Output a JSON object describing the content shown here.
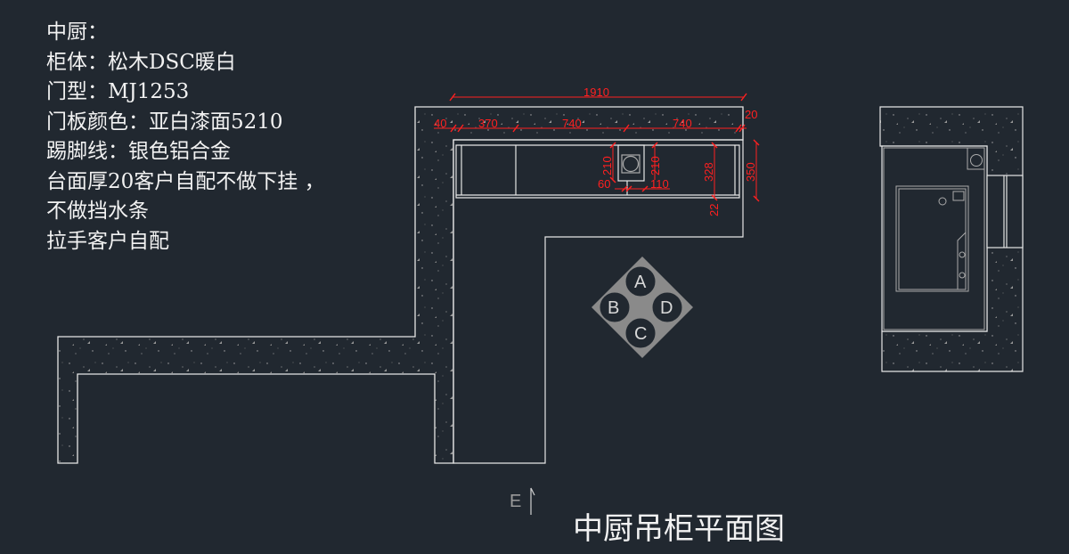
{
  "notes": [
    "中厨：",
    "柜体：松木DSC暖白",
    "门型：MJ1253",
    "门板颜色：亚白漆面5210",
    "踢脚线：银色铝合金",
    "台面厚20客户自配不做下挂 ，",
    "不做挡水条",
    "拉手客户自配"
  ],
  "dimensions": {
    "total": "1910",
    "seg1": "40",
    "seg2": "370",
    "seg3": "740",
    "seg4": "740",
    "end": "20",
    "sink_left": "210",
    "sink_right": "210",
    "offset_left": "60",
    "offset_right": "110",
    "depth": "328",
    "depth_total": "350",
    "kick": "22"
  },
  "compass": {
    "a": "A",
    "b": "B",
    "c": "C",
    "d": "D"
  },
  "north_label": "E",
  "title": "中厨吊柜平面图",
  "colors": {
    "background": "#212830",
    "lines": "#e6e6e6",
    "dimension": "#ff2020"
  }
}
